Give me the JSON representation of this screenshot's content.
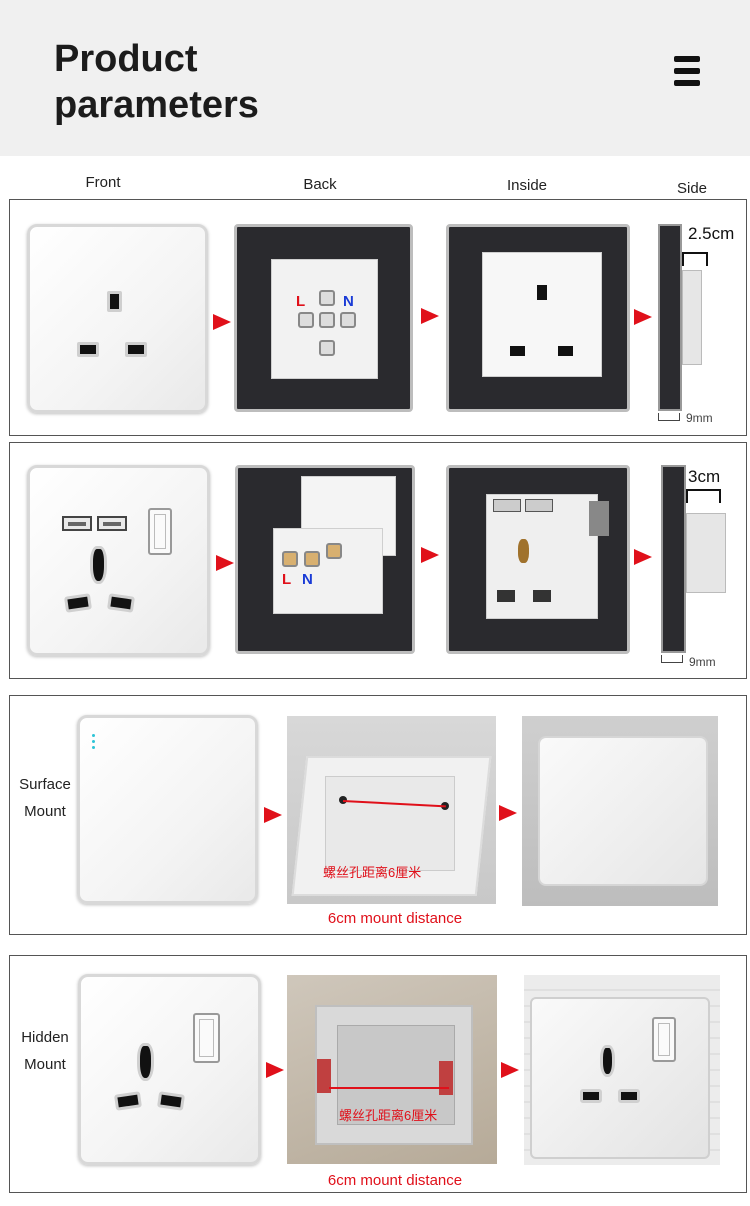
{
  "header": {
    "title": "Product parameters"
  },
  "columns": {
    "front": "Front",
    "back": "Back",
    "inside": "Inside",
    "side": "Side"
  },
  "row1": {
    "depth": "2.5cm",
    "thickness": "9mm",
    "live": "L",
    "neutral": "N"
  },
  "row2": {
    "depth": "3cm",
    "thickness": "9mm",
    "live": "L",
    "neutral": "N"
  },
  "surface": {
    "label_line1": "Surface",
    "label_line2": "Mount",
    "chinese_note": "螺丝孔距离6厘米",
    "caption": "6cm mount distance"
  },
  "hidden": {
    "label_line1": "Hidden",
    "label_line2": "Mount",
    "chinese_note": "螺丝孔距离6厘米",
    "caption": "6cm mount distance"
  },
  "colors": {
    "arrow": "#e0101a",
    "live": "#e0101a",
    "neutral": "#1a3bd6",
    "indicator": "#2ec4d6"
  }
}
